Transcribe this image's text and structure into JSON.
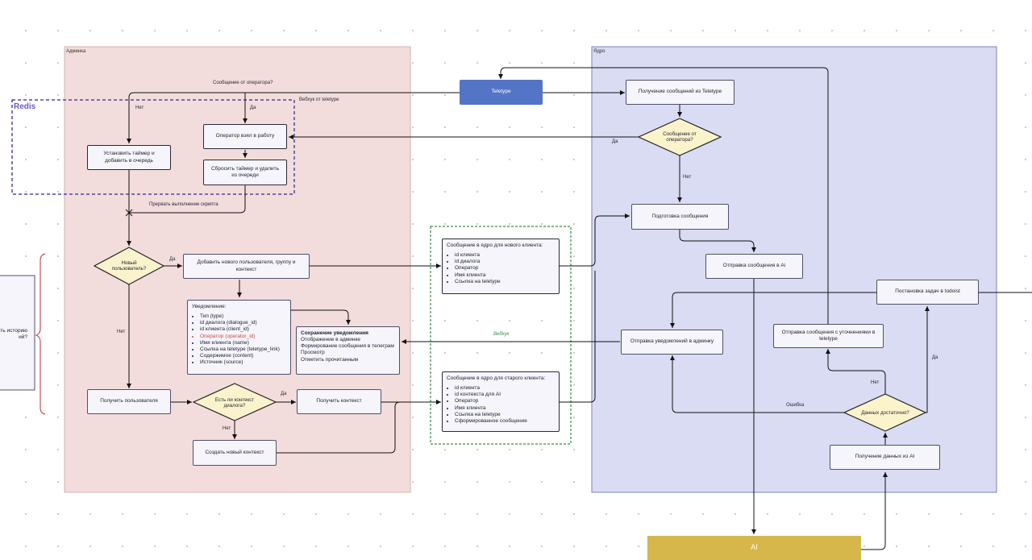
{
  "lanes": {
    "admin": "Админка",
    "core": "Ядро",
    "redis": "Redis"
  },
  "nodes": {
    "teletype": "Teletype",
    "receive_messages": "Получение сообщений из Teletype",
    "operator_msg_q_core": "Сообщение от оператора?",
    "prepare_message": "Подготовка сообщения",
    "send_to_ai": "Отправка сообщения в Ai",
    "todoist_task": "Постановка задач в todoist",
    "notify_admin": "Отправка уведомлений в админку",
    "send_clarification": "Отправка сообщения с уточнениями в teletype",
    "enough_data_q": "Данных достаточно?",
    "get_ai_data": "Получение данных из AI",
    "ai": "AI",
    "operator_took": "Оператор взял в работу",
    "reset_timer": "Сбросить таймер и удалить из очереди",
    "set_timer": "Установить таймер и добавить в очередь",
    "new_user_q": "Новый пользователь?",
    "add_new_user": "Добавить нового пользователя, группу и контекст",
    "get_user": "Получить пользователя",
    "dialog_ctx_q": "Есть ли контекст диалога?",
    "get_context": "Получить контекст",
    "create_context": "Создать новый контекст"
  },
  "notification": {
    "title": "Уведомление:",
    "items": [
      "Тип (type)",
      "id диалога (dialogue_id)",
      "id клиента (client_id)",
      "Оператор (operator_id)",
      "Имя клиента (name)",
      "Ссылка на teletype (teletype_link)",
      "Содержимое (content)",
      "Источник (source)"
    ]
  },
  "save_notification": {
    "title": "Сохранение уведомления",
    "lines": [
      "Отображение в админке",
      "Формирование сообщения в телеграм",
      "Просмотр",
      "Отметить прочитанным"
    ]
  },
  "new_client_msg": {
    "title": "Сообщение в ядро для нового клиента:",
    "items": [
      "id клиента",
      "id диалога",
      "Оператор",
      "Имя клиента",
      "Ссылка на teletype"
    ]
  },
  "old_client_msg": {
    "title": "Сообщение в ядро для старого клиента:",
    "items": [
      "id клиента",
      "id контекста для AI",
      "Оператор",
      "Имя клиента",
      "Ссылка на teletype",
      "Сформированное сообщение"
    ]
  },
  "edge_labels": {
    "operator_msg_q_top": "Сообщение от оператора?",
    "webhook_teletype": "Вебхук от teletype",
    "no_set_timer": "Нет",
    "yes_operator": "Да",
    "interrupt": "Прервать выполнение скрипта",
    "yes_new_user": "Да",
    "no_new_user": "Нет",
    "yes_ctx": "Да",
    "no_ctx": "Нет",
    "yes_core": "Да",
    "no_core": "Нет",
    "webhook": "Вебхук",
    "error": "Ошибка",
    "no_enough": "Нет",
    "yes_enough": "Да"
  },
  "left_panel": {
    "line1": "ть историю",
    "line2": "ий?"
  },
  "colors": {
    "admin_lane": "#f3dcdc",
    "core_lane": "#d9dcf2",
    "decision": "#fbf3cc",
    "teletype": "#5474c6",
    "ai": "#d6b74c",
    "redis": "#6a5acd",
    "webhook_group": "#3a8a4a"
  }
}
